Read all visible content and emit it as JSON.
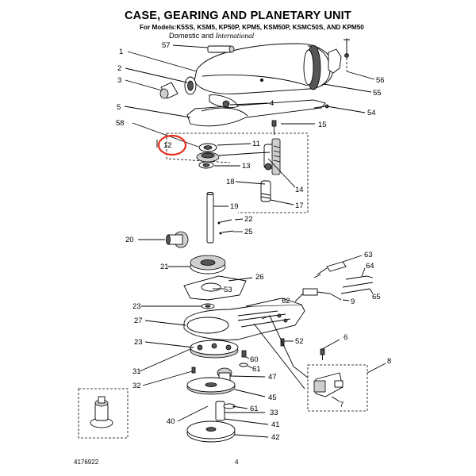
{
  "title": "CASE, GEARING AND PLANETARY UNIT",
  "models_line": "For Models:K5SS, KSM5, KP50P, KPM5, KSM50P, KSMC50S, AND KPM50",
  "domestic": "Domestic and",
  "international": "International",
  "footer_left": "4176922",
  "footer_page": "4",
  "callout_numbers": [
    "57",
    "1",
    "2",
    "3",
    "4",
    "5",
    "58",
    "12",
    "11",
    "13",
    "14",
    "15",
    "17",
    "18",
    "19",
    "22",
    "25",
    "20",
    "21",
    "26",
    "53",
    "23",
    "27",
    "60",
    "61",
    "31",
    "32",
    "47",
    "45",
    "33",
    "40",
    "41",
    "42",
    "52",
    "6",
    "8",
    "7",
    "62",
    "9",
    "63",
    "64",
    "65",
    "54",
    "55",
    "56"
  ],
  "highlight": {
    "label": "12",
    "color": "#e8301c"
  }
}
